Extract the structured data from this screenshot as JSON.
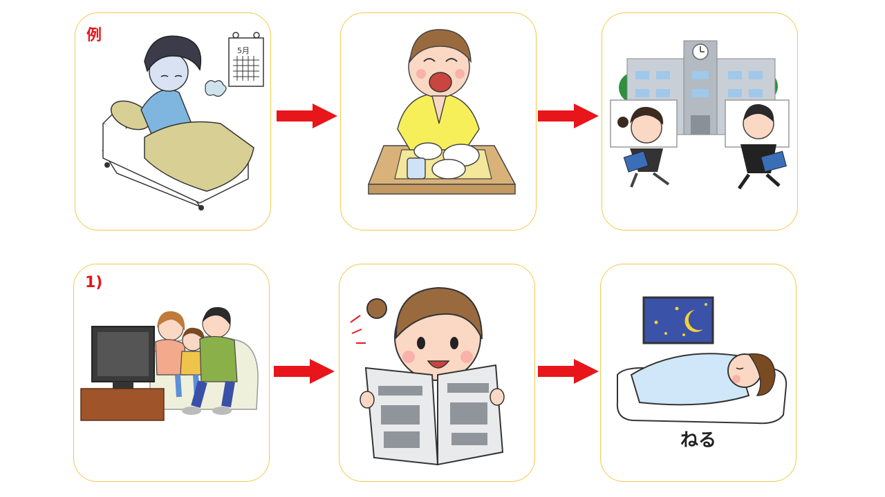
{
  "rows": [
    {
      "label": "例",
      "scenes": [
        "sleeping-in-bed",
        "eating-breakfast",
        "going-to-school"
      ],
      "calendar_month": "5月"
    },
    {
      "label": "1)",
      "scenes": [
        "family-watching-tv",
        "reading-newspaper",
        "sleeping-at-night"
      ],
      "caption": "ねる"
    }
  ],
  "colors": {
    "card_border": "#f2c84b",
    "arrow": "#e8151b",
    "label": "#e8151b"
  }
}
